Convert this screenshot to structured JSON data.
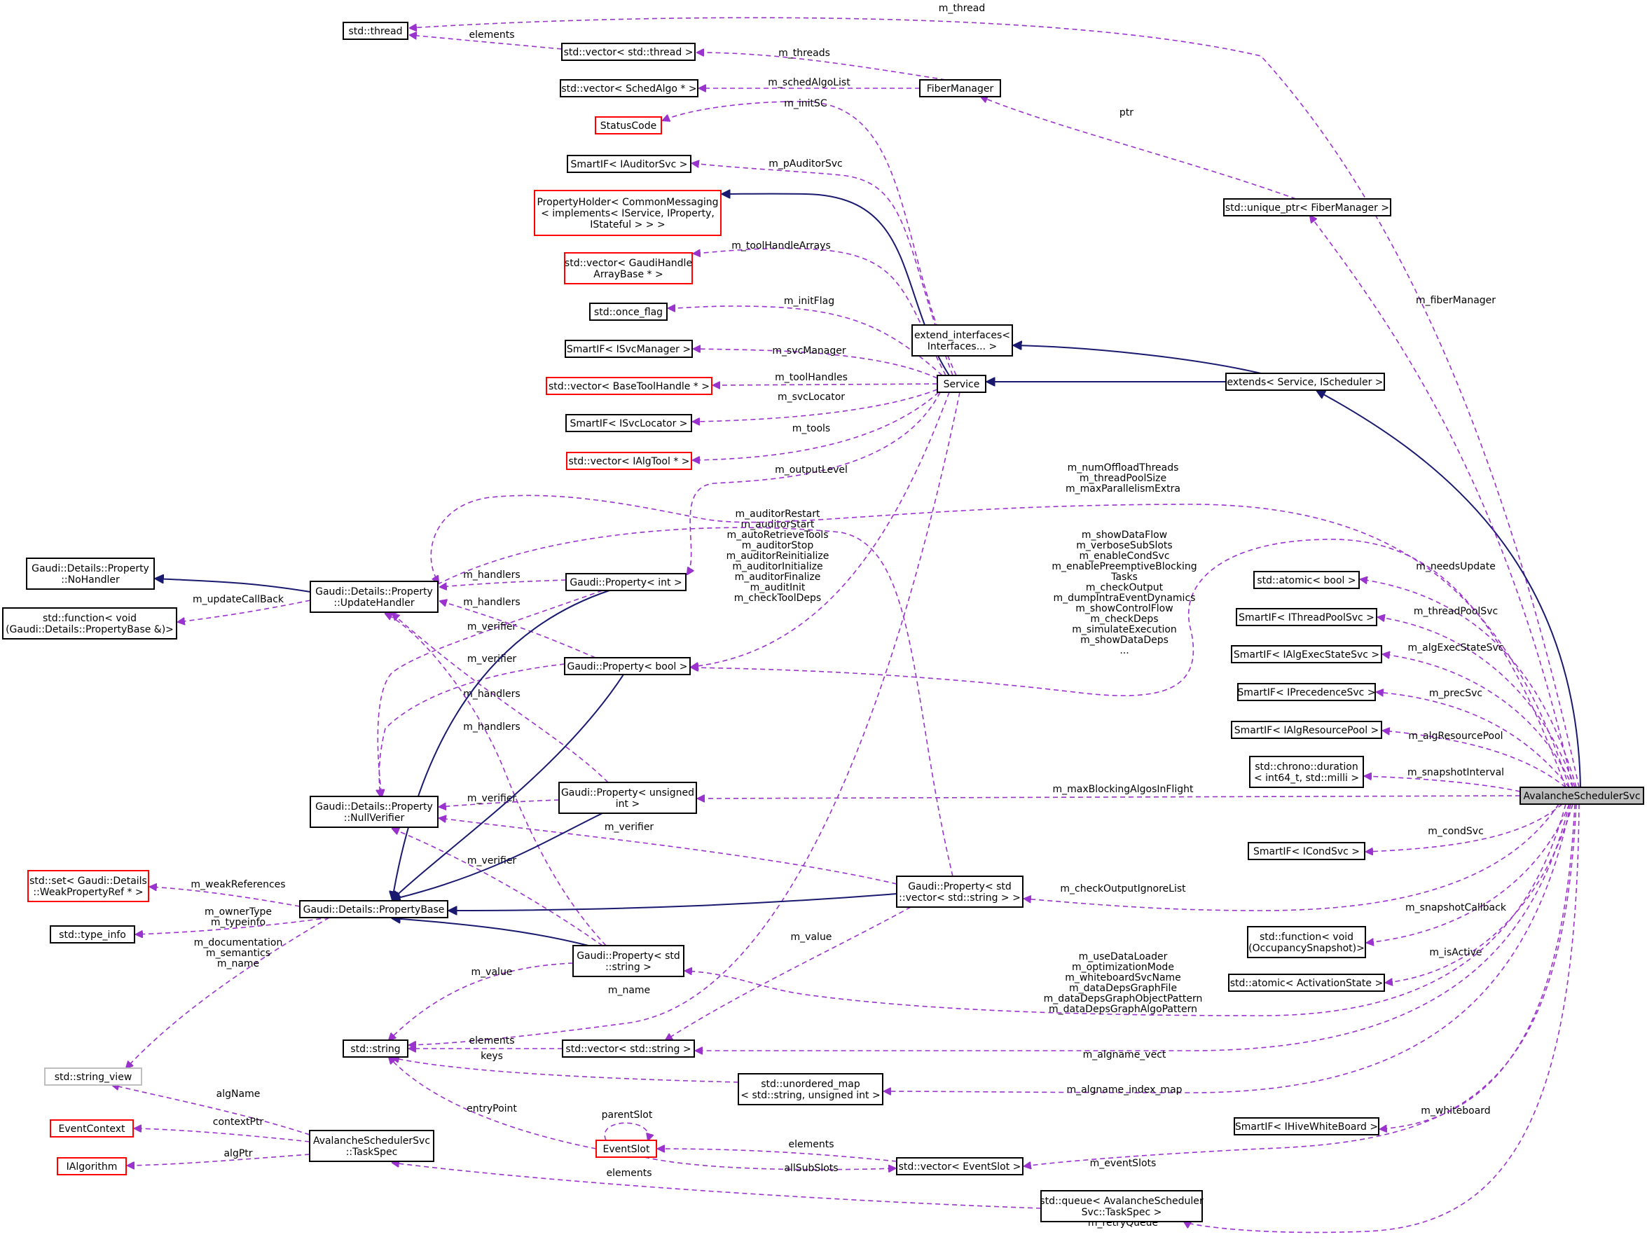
{
  "nodes": {
    "thread": {
      "lines": [
        "std::thread"
      ],
      "border": "black"
    },
    "vec_thread": {
      "lines": [
        "std::vector< std::thread >"
      ],
      "border": "black"
    },
    "vec_schedalgo": {
      "lines": [
        "std::vector< SchedAlgo * >"
      ],
      "border": "black"
    },
    "fibermanager": {
      "lines": [
        "FiberManager"
      ],
      "border": "black"
    },
    "statuscode": {
      "lines": [
        "StatusCode"
      ],
      "border": "red"
    },
    "smartif_auditor": {
      "lines": [
        "SmartIF< IAuditorSvc >"
      ],
      "border": "black"
    },
    "propertyholder": {
      "lines": [
        "PropertyHolder< CommonMessaging",
        "< implements< IService, IProperty,",
        "IStateful > > >"
      ],
      "border": "red"
    },
    "vec_gaudihandle": {
      "lines": [
        "std::vector< GaudiHandle",
        "ArrayBase * >"
      ],
      "border": "red"
    },
    "once_flag": {
      "lines": [
        "std::once_flag"
      ],
      "border": "black"
    },
    "smartif_svcmgr": {
      "lines": [
        "SmartIF< ISvcManager >"
      ],
      "border": "black"
    },
    "vec_basetool": {
      "lines": [
        "std::vector< BaseToolHandle * >"
      ],
      "border": "red"
    },
    "smartif_svcloc": {
      "lines": [
        "SmartIF< ISvcLocator >"
      ],
      "border": "black"
    },
    "vec_ialgtool": {
      "lines": [
        "std::vector< IAlgTool * >"
      ],
      "border": "red"
    },
    "service": {
      "lines": [
        "Service"
      ],
      "border": "black"
    },
    "extend_interfaces": {
      "lines": [
        "extend_interfaces<",
        "Interfaces... >"
      ],
      "border": "black"
    },
    "extends": {
      "lines": [
        "extends< Service, IScheduler >"
      ],
      "border": "black"
    },
    "unique_fiber": {
      "lines": [
        "std::unique_ptr< FiberManager >"
      ],
      "border": "black"
    },
    "nohandler": {
      "lines": [
        "Gaudi::Details::Property",
        "::NoHandler"
      ],
      "border": "black"
    },
    "std_function_pb": {
      "lines": [
        "std::function< void",
        "(Gaudi::Details::PropertyBase &)>"
      ],
      "border": "black"
    },
    "updatehandler": {
      "lines": [
        "Gaudi::Details::Property",
        "::UpdateHandler"
      ],
      "border": "black"
    },
    "prop_int": {
      "lines": [
        "Gaudi::Property< int >"
      ],
      "border": "black"
    },
    "prop_bool": {
      "lines": [
        "Gaudi::Property< bool >"
      ],
      "border": "black"
    },
    "nullverifier": {
      "lines": [
        "Gaudi::Details::Property",
        "::NullVerifier"
      ],
      "border": "black"
    },
    "prop_unsigned": {
      "lines": [
        "Gaudi::Property< unsigned",
        "int >"
      ],
      "border": "black"
    },
    "set_weakref": {
      "lines": [
        "std::set< Gaudi::Details",
        "::WeakPropertyRef * >"
      ],
      "border": "red"
    },
    "propertybase": {
      "lines": [
        "Gaudi::Details::PropertyBase"
      ],
      "border": "black"
    },
    "type_info": {
      "lines": [
        "std::type_info"
      ],
      "border": "black"
    },
    "prop_vecstring": {
      "lines": [
        "Gaudi::Property< std",
        "::vector< std::string > >"
      ],
      "border": "black"
    },
    "prop_string": {
      "lines": [
        "Gaudi::Property< std",
        "::string >"
      ],
      "border": "black"
    },
    "std_string": {
      "lines": [
        "std::string"
      ],
      "border": "black"
    },
    "vec_string": {
      "lines": [
        "std::vector< std::string >"
      ],
      "border": "black"
    },
    "string_view": {
      "lines": [
        "std::string_view"
      ],
      "border": "gray"
    },
    "unordered_map": {
      "lines": [
        "std::unordered_map",
        "< std::string, unsigned int >"
      ],
      "border": "black"
    },
    "eventcontext": {
      "lines": [
        "EventContext"
      ],
      "border": "red"
    },
    "ialgorithm": {
      "lines": [
        "IAlgorithm"
      ],
      "border": "red"
    },
    "taskspec": {
      "lines": [
        "AvalancheSchedulerSvc",
        "::TaskSpec"
      ],
      "border": "black"
    },
    "eventslot": {
      "lines": [
        "EventSlot"
      ],
      "border": "red"
    },
    "vec_eventslot": {
      "lines": [
        "std::vector< EventSlot >"
      ],
      "border": "black"
    },
    "queue_taskspec": {
      "lines": [
        "std::queue< AvalancheScheduler",
        "Svc::TaskSpec >"
      ],
      "border": "black"
    },
    "atomic_bool": {
      "lines": [
        "std::atomic< bool >"
      ],
      "border": "black"
    },
    "smartif_threadpool": {
      "lines": [
        "SmartIF< IThreadPoolSvc >"
      ],
      "border": "black"
    },
    "smartif_algexec": {
      "lines": [
        "SmartIF< IAlgExecStateSvc >"
      ],
      "border": "black"
    },
    "smartif_prec": {
      "lines": [
        "SmartIF< IPrecedenceSvc >"
      ],
      "border": "black"
    },
    "smartif_algres": {
      "lines": [
        "SmartIF< IAlgResourcePool >"
      ],
      "border": "black"
    },
    "chrono": {
      "lines": [
        "std::chrono::duration",
        "< int64_t, std::milli >"
      ],
      "border": "black"
    },
    "main": {
      "lines": [
        "AvalancheSchedulerSvc"
      ],
      "border": "focus"
    },
    "smartif_cond": {
      "lines": [
        "SmartIF< ICondSvc >"
      ],
      "border": "black"
    },
    "std_function_occ": {
      "lines": [
        "std::function< void",
        "(OccupancySnapshot)>"
      ],
      "border": "black"
    },
    "atomic_activation": {
      "lines": [
        "std::atomic< ActivationState >"
      ],
      "border": "black"
    },
    "smartif_whiteboard": {
      "lines": [
        "SmartIF< IHiveWhiteBoard >"
      ],
      "border": "black"
    }
  },
  "edges": [
    {
      "id": "m_thread",
      "from": "main",
      "to": "thread",
      "kind": "use",
      "label": [
        "m_thread"
      ]
    },
    {
      "id": "vt_elements",
      "from": "vec_thread",
      "to": "thread",
      "kind": "use",
      "label": [
        "elements"
      ]
    },
    {
      "id": "m_threads",
      "from": "fibermanager",
      "to": "vec_thread",
      "kind": "use",
      "label": [
        "m_threads"
      ]
    },
    {
      "id": "m_schedAlgoList",
      "from": "fibermanager",
      "to": "vec_schedalgo",
      "kind": "use",
      "label": [
        "m_schedAlgoList"
      ]
    },
    {
      "id": "ptr",
      "from": "unique_fiber",
      "to": "fibermanager",
      "kind": "use",
      "label": [
        "ptr"
      ]
    },
    {
      "id": "m_initSC",
      "from": "service",
      "to": "statuscode",
      "kind": "use",
      "label": [
        "m_initSC"
      ]
    },
    {
      "id": "m_pAuditorSvc",
      "from": "service",
      "to": "smartif_auditor",
      "kind": "use",
      "label": [
        "m_pAuditorSvc"
      ]
    },
    {
      "id": "inh_propertyholder",
      "from": "service",
      "to": "propertyholder",
      "kind": "inh",
      "label": []
    },
    {
      "id": "m_toolHandleArrays",
      "from": "service",
      "to": "vec_gaudihandle",
      "kind": "use",
      "label": [
        "m_toolHandleArrays"
      ]
    },
    {
      "id": "m_initFlag",
      "from": "service",
      "to": "once_flag",
      "kind": "use",
      "label": [
        "m_initFlag"
      ]
    },
    {
      "id": "m_svcManager",
      "from": "service",
      "to": "smartif_svcmgr",
      "kind": "use",
      "label": [
        "m_svcManager"
      ]
    },
    {
      "id": "m_toolHandles",
      "from": "service",
      "to": "vec_basetool",
      "kind": "use",
      "label": [
        "m_toolHandles"
      ]
    },
    {
      "id": "m_svcLocator",
      "from": "service",
      "to": "smartif_svcloc",
      "kind": "use",
      "label": [
        "m_svcLocator"
      ]
    },
    {
      "id": "m_tools",
      "from": "service",
      "to": "vec_ialgtool",
      "kind": "use",
      "label": [
        "m_tools"
      ]
    },
    {
      "id": "m_outputLevel",
      "from": "service",
      "to": "prop_int",
      "kind": "use",
      "label": [
        "m_outputLevel"
      ]
    },
    {
      "id": "svc_bools",
      "from": "service",
      "to": "prop_bool",
      "kind": "use",
      "label": [
        "m_auditorRestart",
        "m_auditorStart",
        "m_autoRetrieveTools",
        "m_auditorStop",
        "m_auditorReinitialize",
        "m_auditorInitialize",
        "m_auditorFinalize",
        "m_auditInit",
        "m_checkToolDeps"
      ]
    },
    {
      "id": "svc_name",
      "from": "service",
      "to": "std_string",
      "kind": "use",
      "label": [
        "m_name"
      ]
    },
    {
      "id": "inh_service",
      "from": "extends",
      "to": "service",
      "kind": "inh",
      "label": []
    },
    {
      "id": "inh_extend_if",
      "from": "extends",
      "to": "extend_interfaces",
      "kind": "inh",
      "label": []
    },
    {
      "id": "inh_extends",
      "from": "main",
      "to": "extends",
      "kind": "inh",
      "label": []
    },
    {
      "id": "m_fiberManager",
      "from": "main",
      "to": "unique_fiber",
      "kind": "use",
      "label": [
        "m_fiberManager"
      ]
    },
    {
      "id": "main_ints",
      "from": "main",
      "to": "prop_int",
      "kind": "use",
      "label": [
        "m_numOffloadThreads",
        "m_threadPoolSize",
        "m_maxParallelismExtra"
      ]
    },
    {
      "id": "main_bools",
      "from": "main",
      "to": "prop_bool",
      "kind": "use",
      "label": [
        "m_showDataFlow",
        "m_verboseSubSlots",
        "m_enableCondSvc",
        "m_enablePreemptiveBlocking",
        "Tasks",
        "m_checkOutput",
        "m_dumpIntraEventDynamics",
        "m_showControlFlow",
        "m_checkDeps",
        "m_simulateExecution",
        "m_showDataDeps",
        "..."
      ]
    },
    {
      "id": "m_needsUpdate",
      "from": "main",
      "to": "atomic_bool",
      "kind": "use",
      "label": [
        "m_needsUpdate"
      ]
    },
    {
      "id": "m_threadPoolSvc",
      "from": "main",
      "to": "smartif_threadpool",
      "kind": "use",
      "label": [
        "m_threadPoolSvc"
      ]
    },
    {
      "id": "m_algExecStateSvc",
      "from": "main",
      "to": "smartif_algexec",
      "kind": "use",
      "label": [
        "m_algExecStateSvc"
      ]
    },
    {
      "id": "m_precSvc",
      "from": "main",
      "to": "smartif_prec",
      "kind": "use",
      "label": [
        "m_precSvc"
      ]
    },
    {
      "id": "m_algResourcePool",
      "from": "main",
      "to": "smartif_algres",
      "kind": "use",
      "label": [
        "m_algResourcePool"
      ]
    },
    {
      "id": "m_snapshotInterval",
      "from": "main",
      "to": "chrono",
      "kind": "use",
      "label": [
        "m_snapshotInterval"
      ]
    },
    {
      "id": "m_maxBlockingAlgosInFlight",
      "from": "main",
      "to": "prop_unsigned",
      "kind": "use",
      "label": [
        "m_maxBlockingAlgosInFlight"
      ]
    },
    {
      "id": "m_condSvc",
      "from": "main",
      "to": "smartif_cond",
      "kind": "use",
      "label": [
        "m_condSvc"
      ]
    },
    {
      "id": "m_checkOutputIgnoreList",
      "from": "main",
      "to": "prop_vecstring",
      "kind": "use",
      "label": [
        "m_checkOutputIgnoreList"
      ]
    },
    {
      "id": "m_snapshotCallback",
      "from": "main",
      "to": "std_function_occ",
      "kind": "use",
      "label": [
        "m_snapshotCallback"
      ]
    },
    {
      "id": "m_isActive",
      "from": "main",
      "to": "atomic_activation",
      "kind": "use",
      "label": [
        "m_isActive"
      ]
    },
    {
      "id": "main_strings",
      "from": "main",
      "to": "prop_string",
      "kind": "use",
      "label": [
        "m_useDataLoader",
        "m_optimizationMode",
        "m_whiteboardSvcName",
        "m_dataDepsGraphFile",
        "m_dataDepsGraphObjectPattern",
        "m_dataDepsGraphAlgoPattern"
      ]
    },
    {
      "id": "m_algname_vect",
      "from": "main",
      "to": "vec_string",
      "kind": "use",
      "label": [
        "m_algname_vect"
      ]
    },
    {
      "id": "m_algname_index_map",
      "from": "main",
      "to": "unordered_map",
      "kind": "use",
      "label": [
        "m_algname_index_map"
      ]
    },
    {
      "id": "m_whiteboard",
      "from": "main",
      "to": "smartif_whiteboard",
      "kind": "use",
      "label": [
        "m_whiteboard"
      ]
    },
    {
      "id": "m_eventSlots",
      "from": "main",
      "to": "vec_eventslot",
      "kind": "use",
      "label": [
        "m_eventSlots"
      ]
    },
    {
      "id": "m_retryQueue",
      "from": "main",
      "to": "queue_taskspec",
      "kind": "use",
      "label": [
        "m_retryQueue"
      ]
    },
    {
      "id": "inh_nohandler",
      "from": "updatehandler",
      "to": "nohandler",
      "kind": "inh",
      "label": []
    },
    {
      "id": "m_updateCallBack",
      "from": "updatehandler",
      "to": "std_function_pb",
      "kind": "use",
      "label": [
        "m_updateCallBack"
      ]
    },
    {
      "id": "int_handlers",
      "from": "prop_int",
      "to": "updatehandler",
      "kind": "use",
      "label": [
        "m_handlers"
      ]
    },
    {
      "id": "int_verifier",
      "from": "prop_int",
      "to": "nullverifier",
      "kind": "use",
      "label": [
        "m_verifier"
      ]
    },
    {
      "id": "bool_handlers",
      "from": "prop_bool",
      "to": "updatehandler",
      "kind": "use",
      "label": [
        "m_handlers"
      ]
    },
    {
      "id": "bool_verifier",
      "from": "prop_bool",
      "to": "nullverifier",
      "kind": "use",
      "label": [
        "m_verifier"
      ]
    },
    {
      "id": "uns_handlers",
      "from": "prop_unsigned",
      "to": "updatehandler",
      "kind": "use",
      "label": [
        "m_handlers"
      ]
    },
    {
      "id": "uns_verifier",
      "from": "prop_unsigned",
      "to": "nullverifier",
      "kind": "use",
      "label": [
        "m_verifier"
      ]
    },
    {
      "id": "str_handlers",
      "from": "prop_string",
      "to": "updatehandler",
      "kind": "use",
      "label": [
        "m_handlers"
      ]
    },
    {
      "id": "str_verifier",
      "from": "prop_string",
      "to": "nullverifier",
      "kind": "use",
      "label": [
        "m_verifier"
      ]
    },
    {
      "id": "vs_verifier",
      "from": "prop_vecstring",
      "to": "nullverifier",
      "kind": "use",
      "label": [
        "m_verifier"
      ]
    },
    {
      "id": "vs_handlers",
      "from": "prop_vecstring",
      "to": "updatehandler",
      "kind": "use",
      "label": [
        "m_handlers"
      ]
    },
    {
      "id": "inh_pb_int",
      "from": "prop_int",
      "to": "propertybase",
      "kind": "inh",
      "label": []
    },
    {
      "id": "inh_pb_bool",
      "from": "prop_bool",
      "to": "propertybase",
      "kind": "inh",
      "label": []
    },
    {
      "id": "inh_pb_uns",
      "from": "prop_unsigned",
      "to": "propertybase",
      "kind": "inh",
      "label": []
    },
    {
      "id": "inh_pb_vs",
      "from": "prop_vecstring",
      "to": "propertybase",
      "kind": "inh",
      "label": []
    },
    {
      "id": "inh_pb_str",
      "from": "prop_string",
      "to": "propertybase",
      "kind": "inh",
      "label": []
    },
    {
      "id": "m_weakReferences",
      "from": "propertybase",
      "to": "set_weakref",
      "kind": "use",
      "label": [
        "m_weakReferences"
      ]
    },
    {
      "id": "pb_typeinfo",
      "from": "propertybase",
      "to": "type_info",
      "kind": "use",
      "label": [
        "m_ownerType",
        "m_typeinfo"
      ]
    },
    {
      "id": "pb_stringview",
      "from": "propertybase",
      "to": "string_view",
      "kind": "use",
      "label": [
        "m_documentation",
        "m_semantics",
        "m_name"
      ]
    },
    {
      "id": "str_value",
      "from": "prop_string",
      "to": "std_string",
      "kind": "use",
      "label": [
        "m_value"
      ]
    },
    {
      "id": "vs_value",
      "from": "prop_vecstring",
      "to": "vec_string",
      "kind": "use",
      "label": [
        "m_value"
      ]
    },
    {
      "id": "vecstr_elements",
      "from": "vec_string",
      "to": "std_string",
      "kind": "use",
      "label": [
        "elements"
      ]
    },
    {
      "id": "keys",
      "from": "unordered_map",
      "to": "std_string",
      "kind": "use",
      "label": [
        "keys"
      ]
    },
    {
      "id": "entryPoint",
      "from": "eventslot",
      "to": "std_string",
      "kind": "use",
      "label": [
        "entryPoint"
      ]
    },
    {
      "id": "algName",
      "from": "taskspec",
      "to": "string_view",
      "kind": "use",
      "label": [
        "algName"
      ]
    },
    {
      "id": "contextPtr",
      "from": "taskspec",
      "to": "eventcontext",
      "kind": "use",
      "label": [
        "contextPtr"
      ]
    },
    {
      "id": "algPtr",
      "from": "taskspec",
      "to": "ialgorithm",
      "kind": "use",
      "label": [
        "algPtr"
      ]
    },
    {
      "id": "parentSlot",
      "from": "eventslot",
      "to": "eventslot",
      "kind": "use",
      "label": [
        "parentSlot"
      ]
    },
    {
      "id": "ves_elements",
      "from": "vec_eventslot",
      "to": "eventslot",
      "kind": "use",
      "label": [
        "elements"
      ]
    },
    {
      "id": "allSubSlots",
      "from": "eventslot",
      "to": "vec_eventslot",
      "kind": "use",
      "label": [
        "allSubSlots"
      ]
    },
    {
      "id": "queue_elements",
      "from": "queue_taskspec",
      "to": "taskspec",
      "kind": "use",
      "label": [
        "elements"
      ]
    }
  ]
}
